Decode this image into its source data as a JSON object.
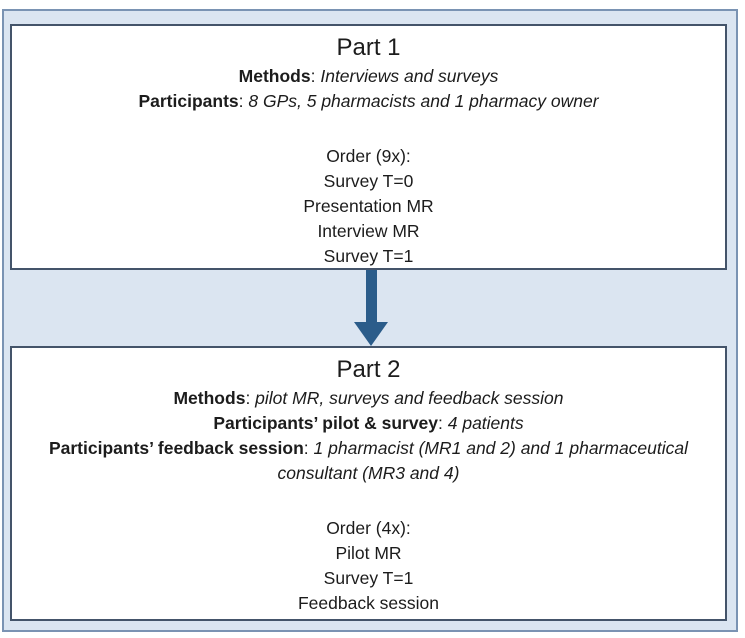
{
  "colors": {
    "outer_fill": "#dbe5f1",
    "outer_border": "#7a93b3",
    "inner_border": "#44546a",
    "arrow": "#2b5c8a",
    "text": "#1c1c1c"
  },
  "part1": {
    "title": "Part 1",
    "methods": {
      "label": "Methods",
      "sep": ": ",
      "value": "Interviews and surveys"
    },
    "participants": {
      "label": "Participants",
      "sep": ": ",
      "value": "8 GPs, 5 pharmacists and 1 pharmacy owner"
    },
    "order_lines": [
      "Order (9x):",
      "Survey T=0",
      "Presentation MR",
      "Interview MR",
      "Survey T=1"
    ]
  },
  "part2": {
    "title": "Part 2",
    "methods": {
      "label": "Methods",
      "sep": ": ",
      "value": "pilot MR, surveys and feedback session"
    },
    "pilot": {
      "label": "Participants’ pilot & survey",
      "sep": ": ",
      "value": "4 patients"
    },
    "feedback": {
      "label": "Participants’ feedback session",
      "sep": ": ",
      "value_line1": "1 pharmacist (MR1 and 2) and 1 pharmaceutical",
      "value_line2": "consultant (MR3 and 4)"
    },
    "order_lines": [
      "Order (4x):",
      "Pilot MR",
      "Survey T=1",
      "Feedback session"
    ]
  }
}
